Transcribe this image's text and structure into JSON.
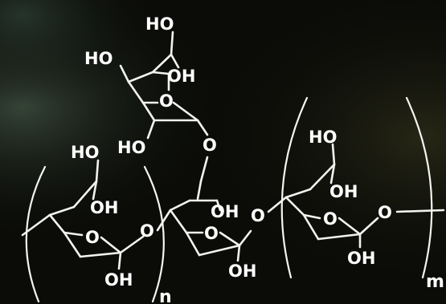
{
  "background": {
    "base": "#0b0c08",
    "left_tint": "#2b3d33",
    "right_tint": "#2a2a18",
    "glow": "#3a4a3c"
  },
  "ink": "#ffffff",
  "labels": {
    "top_ring": {
      "ch2oh": "HO",
      "ho_left": "HO",
      "oh_right": "OH",
      "ring_o": "O",
      "ho_bottom": "HO"
    },
    "link_o_top": "O",
    "left_ring": {
      "ch2oh": "HO",
      "oh": "OH",
      "ring_o": "O",
      "oh_bottom": "OH",
      "glycosidic_o": "O"
    },
    "mid_ring": {
      "oh": "OH",
      "ring_o": "O",
      "oh_bottom": "OH",
      "glycosidic_o": "O"
    },
    "right_ring": {
      "ch2oh": "HO",
      "oh": "OH",
      "ring_o": "O",
      "oh_bottom": "OH",
      "glycosidic_o": "O"
    },
    "sub_n": "n",
    "sub_m": "m"
  }
}
